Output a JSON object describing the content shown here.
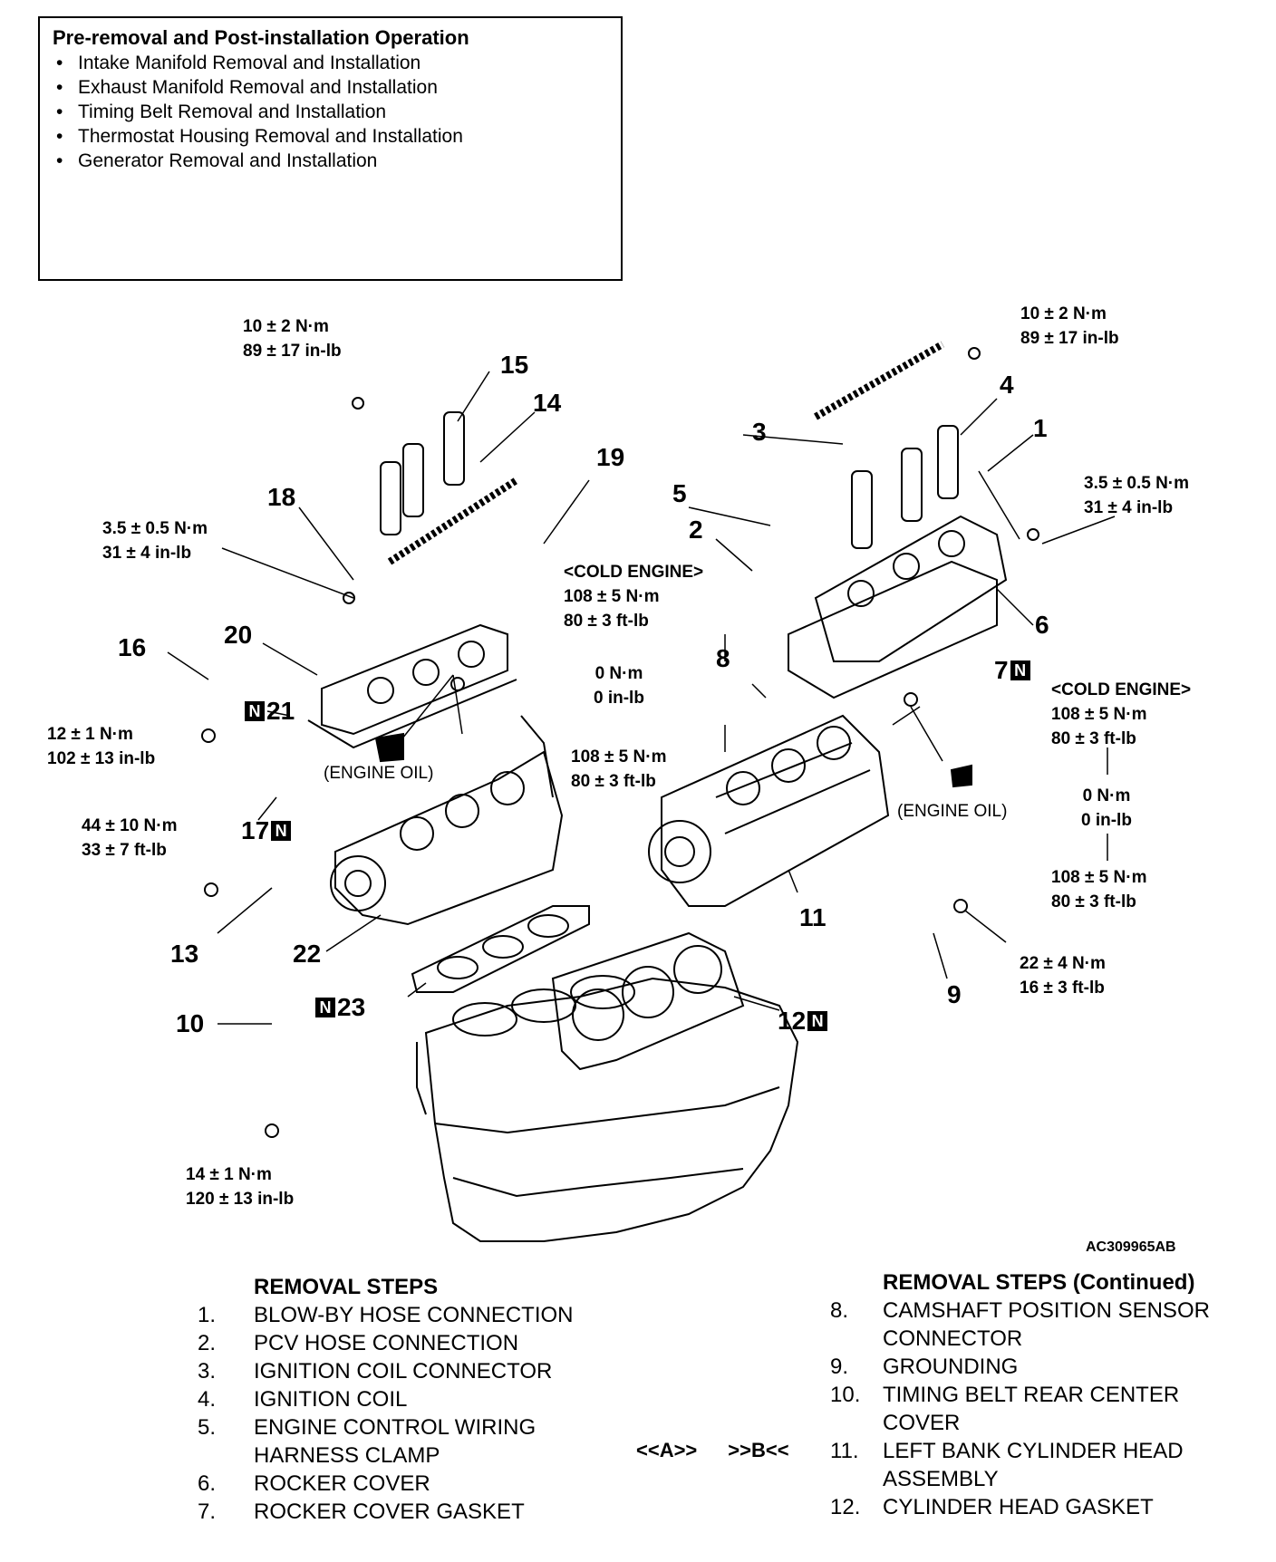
{
  "pre_box": {
    "title": "Pre-removal and Post-installation Operation",
    "items": [
      "Intake Manifold Removal and Installation",
      "Exhaust Manifold Removal and Installation",
      "Timing Belt Removal and Installation",
      "Thermostat Housing Removal and Installation",
      "Generator Removal and Installation"
    ]
  },
  "torques": {
    "t1": [
      "10 ± 2 N·m",
      "89 ± 17 in-lb"
    ],
    "t2": [
      "10 ± 2 N·m",
      "89 ± 17 in-lb"
    ],
    "t3": [
      "3.5 ± 0.5 N·m",
      "31 ± 4 in-lb"
    ],
    "t4": [
      "3.5 ± 0.5 N·m",
      "31 ± 4 in-lb"
    ],
    "t5": [
      "<COLD ENGINE>",
      "108 ± 5 N·m",
      "80 ± 3 ft-lb"
    ],
    "t5b": [
      "0 N·m",
      "0 in-lb"
    ],
    "t5c": [
      "108 ± 5 N·m",
      "80 ± 3 ft-lb"
    ],
    "t6": [
      "<COLD ENGINE>",
      "108 ± 5 N·m",
      "80 ± 3 ft-lb"
    ],
    "t6b": [
      "0 N·m",
      "0 in-lb"
    ],
    "t6c": [
      "108 ± 5 N·m",
      "80 ± 3 ft-lb"
    ],
    "t7": [
      "12 ± 1 N·m",
      "102 ± 13 in-lb"
    ],
    "t8": [
      "44 ± 10 N·m",
      "33 ± 7 ft-lb"
    ],
    "t9": [
      "22 ± 4 N·m",
      "16 ± 3 ft-lb"
    ],
    "t10": [
      "14 ± 1 N·m",
      "120 ± 13 in-lb"
    ]
  },
  "engine_oil": "(ENGINE OIL)",
  "nbox": "N",
  "callouts": {
    "c1": "1",
    "c2": "2",
    "c3": "3",
    "c4": "4",
    "c5": "5",
    "c6": "6",
    "c7": "7",
    "c8": "8",
    "c9": "9",
    "c10": "10",
    "c11": "11",
    "c12": "12",
    "c13": "13",
    "c14": "14",
    "c15": "15",
    "c16": "16",
    "c17": "17",
    "c18": "18",
    "c19": "19",
    "c20": "20",
    "c21": "21",
    "c22": "22",
    "c23": "23"
  },
  "figure_code": "AC309965AB",
  "removal_steps": {
    "heading": "REMOVAL STEPS",
    "items": [
      {
        "n": "1.",
        "t": "BLOW-BY HOSE CONNECTION"
      },
      {
        "n": "2.",
        "t": "PCV HOSE CONNECTION"
      },
      {
        "n": "3.",
        "t": "IGNITION COIL CONNECTOR"
      },
      {
        "n": "4.",
        "t": "IGNITION COIL"
      },
      {
        "n": "5.",
        "t": "ENGINE CONTROL WIRING"
      },
      {
        "n": "",
        "t": "HARNESS CLAMP"
      },
      {
        "n": "6.",
        "t": "ROCKER COVER"
      },
      {
        "n": "7.",
        "t": "ROCKER COVER GASKET"
      }
    ]
  },
  "removal_steps_continued": {
    "heading": "REMOVAL STEPS (Continued)",
    "items": [
      {
        "n": "8.",
        "t": "CAMSHAFT POSITION SENSOR"
      },
      {
        "n": "",
        "t": "CONNECTOR"
      },
      {
        "n": "9.",
        "t": "GROUNDING"
      },
      {
        "n": "10.",
        "t": "TIMING BELT REAR CENTER"
      },
      {
        "n": "",
        "t": "COVER"
      },
      {
        "n": "11.",
        "t": "LEFT BANK CYLINDER HEAD"
      },
      {
        "n": "",
        "t": "ASSEMBLY"
      },
      {
        "n": "12.",
        "t": "CYLINDER HEAD GASKET"
      }
    ]
  },
  "marks": {
    "a": "<<A>>",
    "b": ">>B<<"
  }
}
